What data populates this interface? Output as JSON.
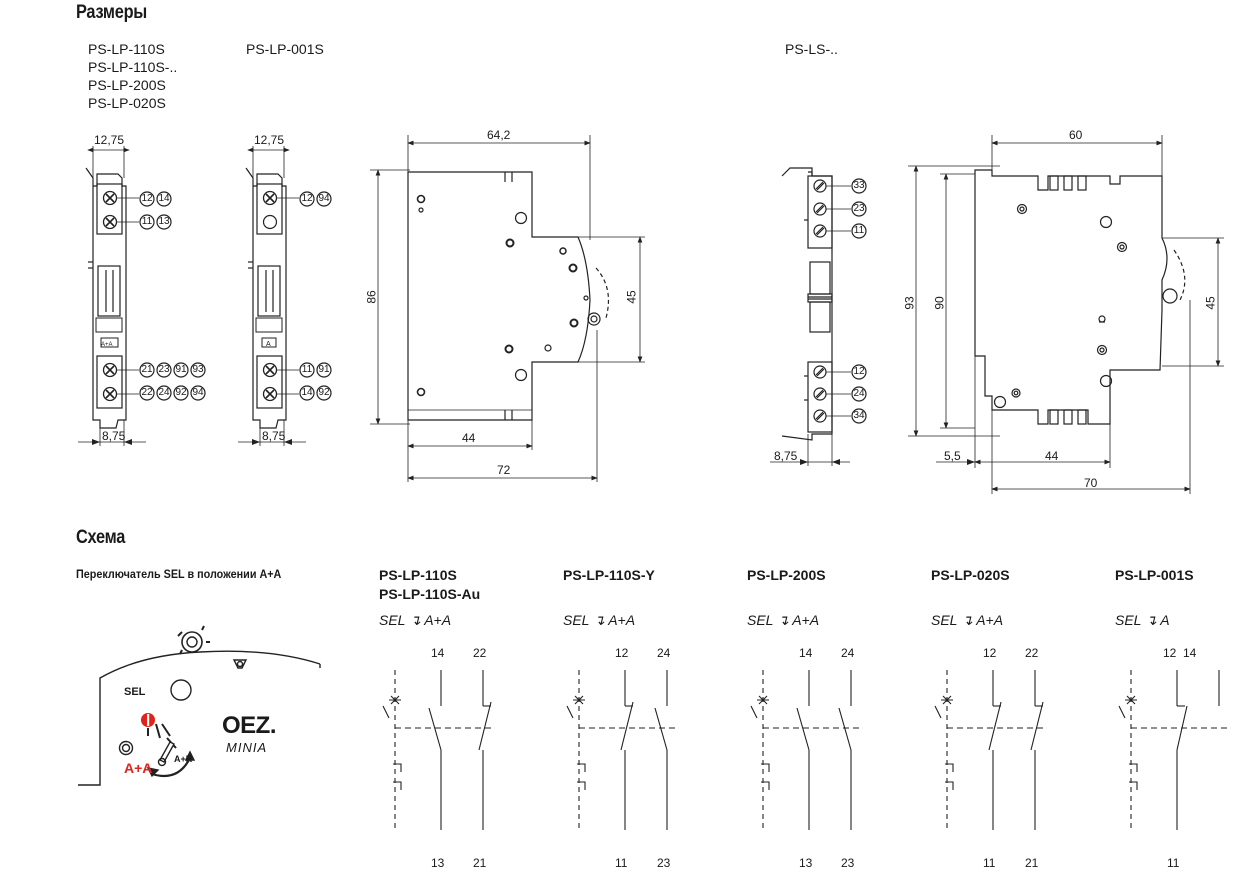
{
  "headings": {
    "dimensions": "Размеры",
    "scheme": "Схема"
  },
  "product_labels": {
    "col1": [
      "PS-LP-110S",
      "PS-LP-110S-..",
      "PS-LP-200S",
      "PS-LP-020S"
    ],
    "col2": "PS-LP-001S",
    "col3": "PS-LS-.."
  },
  "dims": {
    "w_12_75": "12,75",
    "w_8_75": "8,75",
    "w_64_2": "64,2",
    "h_86": "86",
    "h_45": "45",
    "w_44": "44",
    "w_72": "72",
    "w_60": "60",
    "h_93": "93",
    "h_90": "90",
    "w_5_5": "5,5",
    "w_70": "70"
  },
  "terminals": {
    "d1_top": [
      "12",
      "14",
      "11",
      "13"
    ],
    "d1_bottom": [
      "21",
      "23",
      "91",
      "93",
      "22",
      "24",
      "92",
      "94"
    ],
    "d2_top": [
      "12",
      "94"
    ],
    "d2_bottom": [
      "11",
      "91",
      "14",
      "92"
    ],
    "ls_top": [
      "33",
      "23",
      "11"
    ],
    "ls_bottom": [
      "12",
      "24",
      "34"
    ],
    "badge_d1": "A+A",
    "badge_d2": "A"
  },
  "switch_caption": "Переключатель SEL в положении A+A",
  "switch_illustration": {
    "sel": "SEL",
    "pos_aa": "A+A",
    "pos_ar": "A+R",
    "brand": "OEZ.",
    "brand_sub": "MINIA"
  },
  "schemes": [
    {
      "title": [
        "PS-LP-110S",
        "PS-LP-110S-Au"
      ],
      "sel": "SEL ↴ A+A",
      "top": [
        "14",
        "22"
      ],
      "bottom": [
        "13",
        "21"
      ]
    },
    {
      "title": [
        "PS-LP-110S-Y"
      ],
      "sel": "SEL ↴ A+A",
      "top": [
        "12",
        "24"
      ],
      "bottom": [
        "11",
        "23"
      ]
    },
    {
      "title": [
        "PS-LP-200S"
      ],
      "sel": "SEL ↴ A+A",
      "top": [
        "14",
        "24"
      ],
      "bottom": [
        "13",
        "23"
      ]
    },
    {
      "title": [
        "PS-LP-020S"
      ],
      "sel": "SEL ↴ A+A",
      "top": [
        "12",
        "22"
      ],
      "bottom": [
        "11",
        "21"
      ]
    },
    {
      "title": [
        "PS-LP-001S"
      ],
      "sel": "SEL ↴ A",
      "top": [
        "12",
        "14"
      ],
      "bottom": [
        "11"
      ]
    }
  ]
}
